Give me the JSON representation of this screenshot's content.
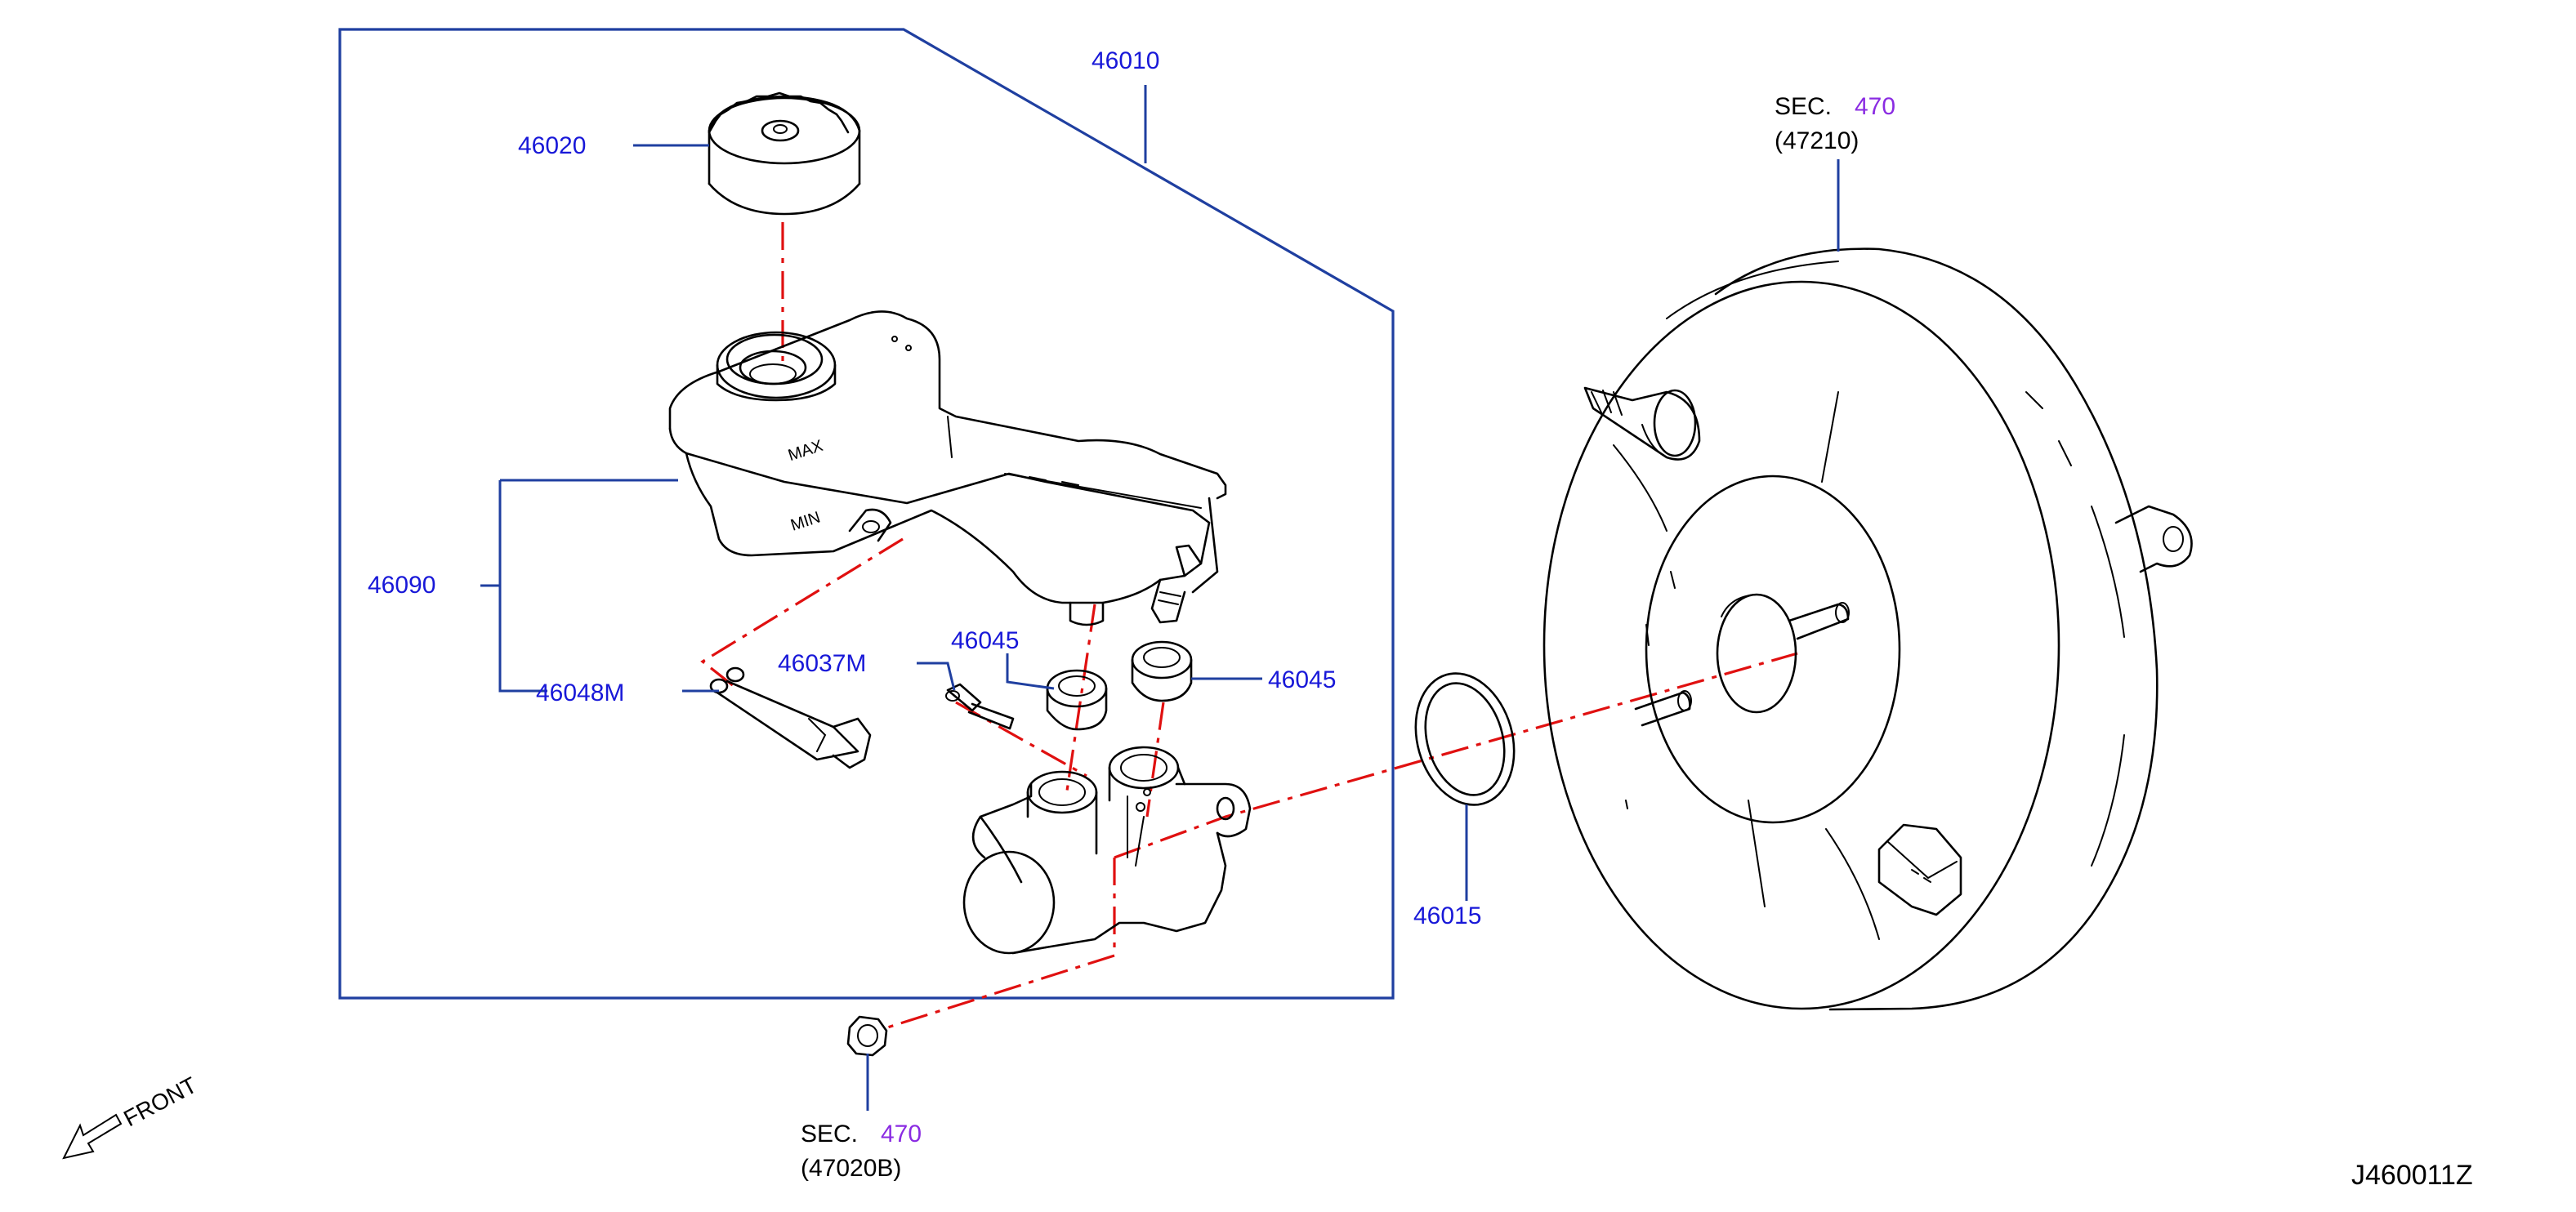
{
  "labels": {
    "p46010": "46010",
    "p46020": "46020",
    "p46090": "46090",
    "p46048m": "46048M",
    "p46037m": "46037M",
    "p46045_left": "46045",
    "p46045_right": "46045",
    "p46015": "46015"
  },
  "sec_top": {
    "prefix": "SEC.",
    "number": "470",
    "sub": "(47210)"
  },
  "sec_bottom": {
    "prefix": "SEC.",
    "number": "470",
    "sub": "(47020B)"
  },
  "front_label": "FRONT",
  "figure_id": "J460011Z",
  "colors": {
    "callout": "#1f3fa0",
    "part_number": "#1818d8",
    "section_number": "#8a2be2",
    "center_line": "#e01010"
  }
}
